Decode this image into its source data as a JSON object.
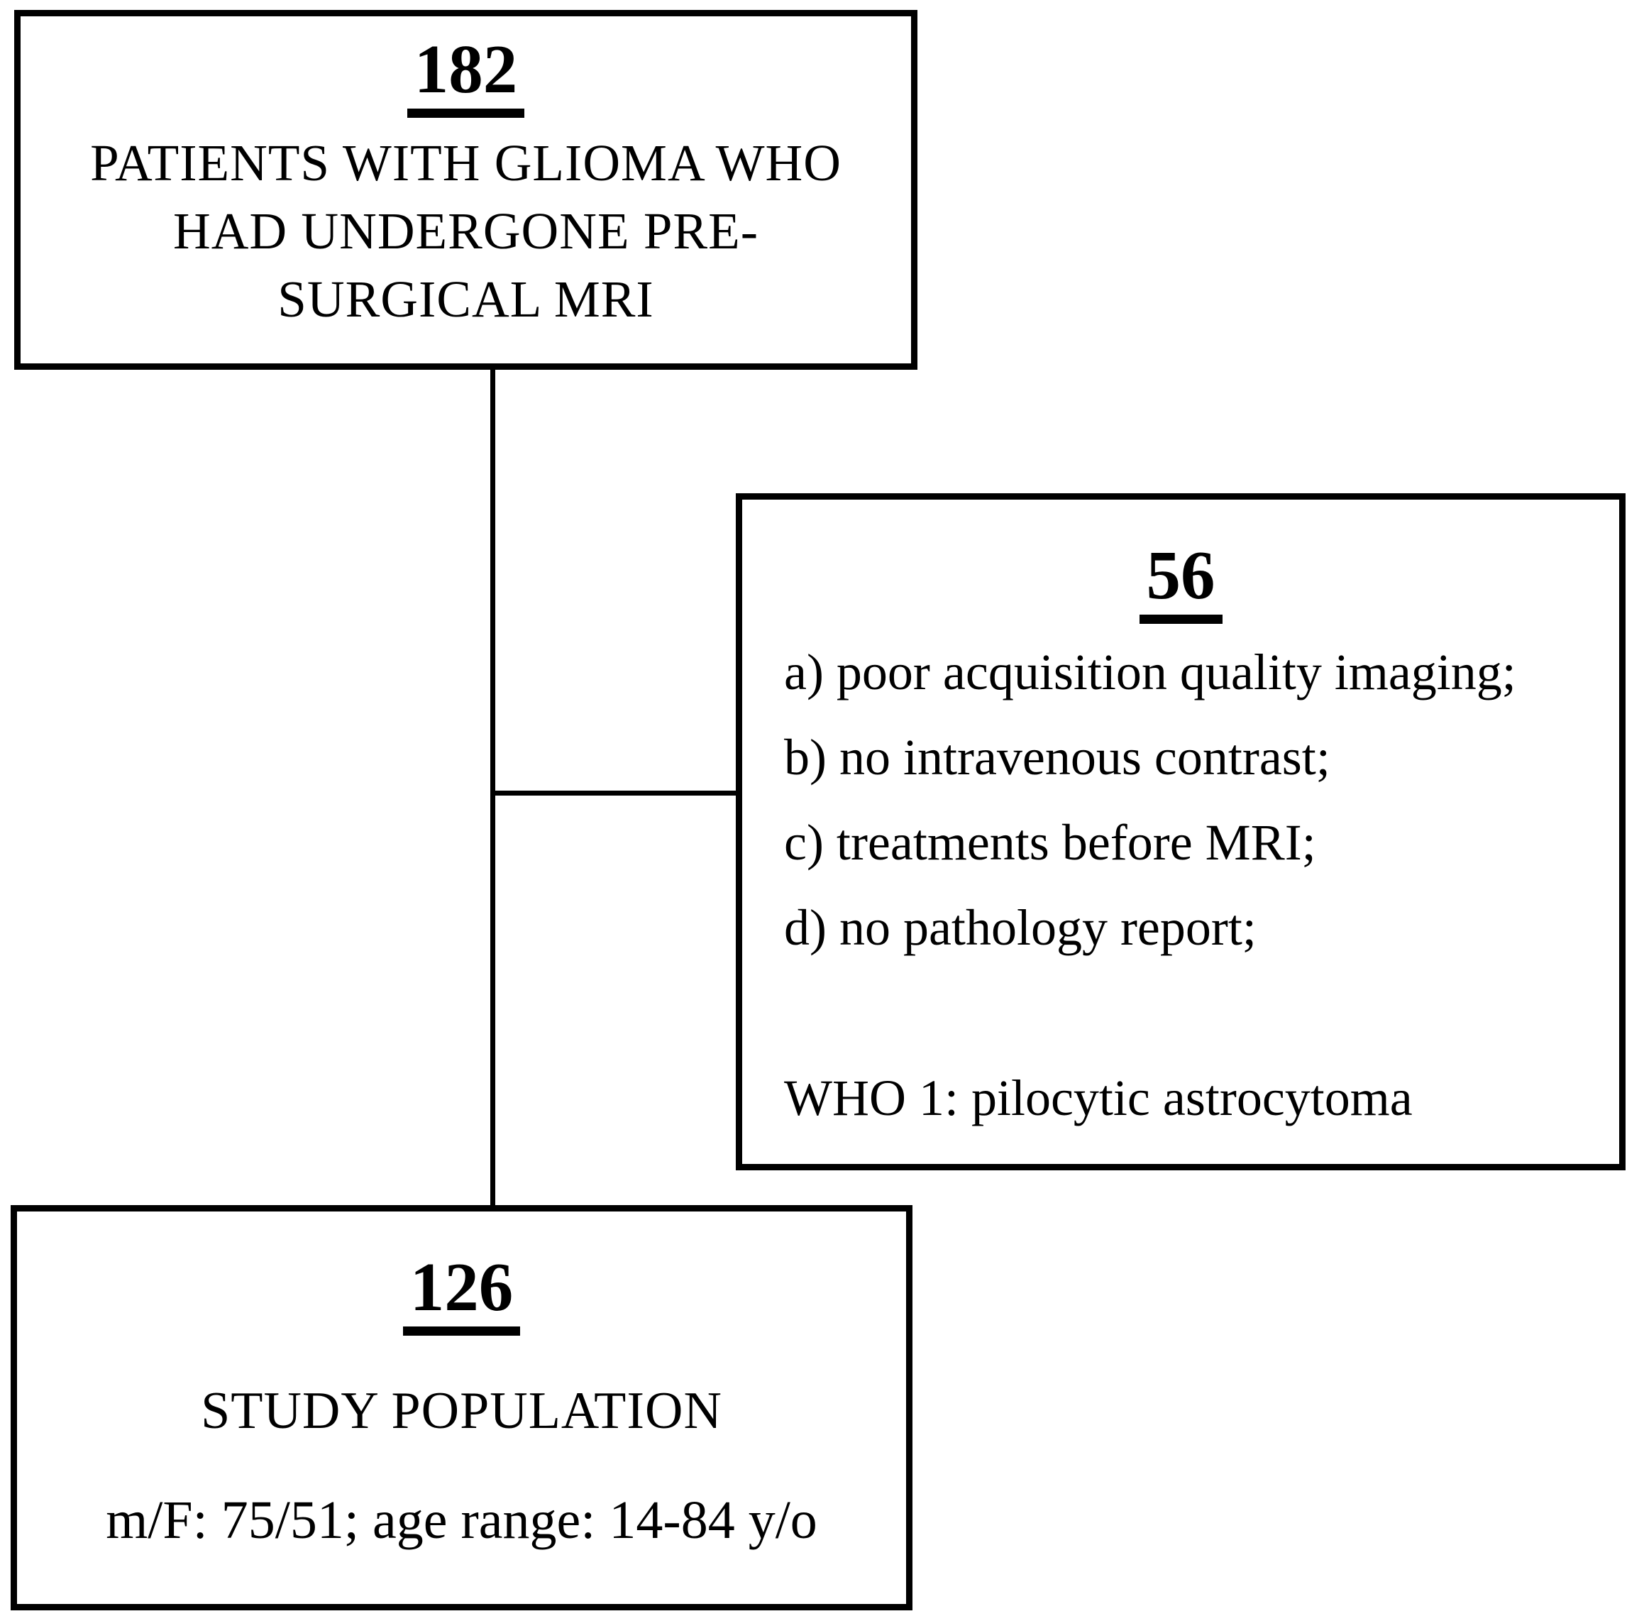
{
  "page": {
    "background_color": "#ffffff",
    "line_color": "#000000"
  },
  "flowchart": {
    "enrolled": {
      "count": "182",
      "lines": [
        "PATIENTS WITH GLIOMA WHO",
        "HAD UNDERGONE PRE-",
        "SURGICAL MRI"
      ]
    },
    "excluded": {
      "count": "56",
      "items": [
        "a) poor acquisition quality imaging;",
        "b) no intravenous contrast;",
        "c) treatments before MRI;",
        "d) no pathology report;"
      ],
      "note": "WHO 1: pilocytic astrocytoma"
    },
    "study_population": {
      "count": "126",
      "title": "STUDY POPULATION",
      "demographics": "m/F: 75/51; age range: 14-84 y/o"
    }
  }
}
